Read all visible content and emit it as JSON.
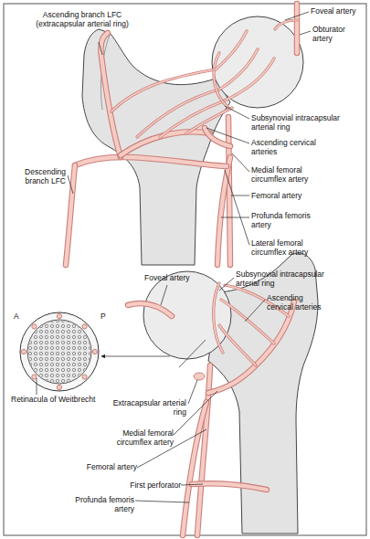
{
  "diagram": {
    "labels": [
      "Ascending branch LFC (extracapsular arterial ring)",
      "Foveal artery",
      "Obturator artery",
      "Subsynovial intracapsular arterial ring",
      "Ascending cervical arteries",
      "Medial femoral circumflex artery",
      "Femoral artery",
      "Descending branch LFC",
      "Profunda femoris artery",
      "Lateral femoral circumflex artery",
      "Foveal artery",
      "Subsynovial intracapsular arterial ring",
      "Ascending cervical arteries",
      "A",
      "P",
      "Retinacula of Weitbrecht",
      "Extracapsular arterial ring",
      "Medial femoral circumflex artery",
      "Femoral artery",
      "First perforator",
      "Profunda femoris artery"
    ]
  }
}
